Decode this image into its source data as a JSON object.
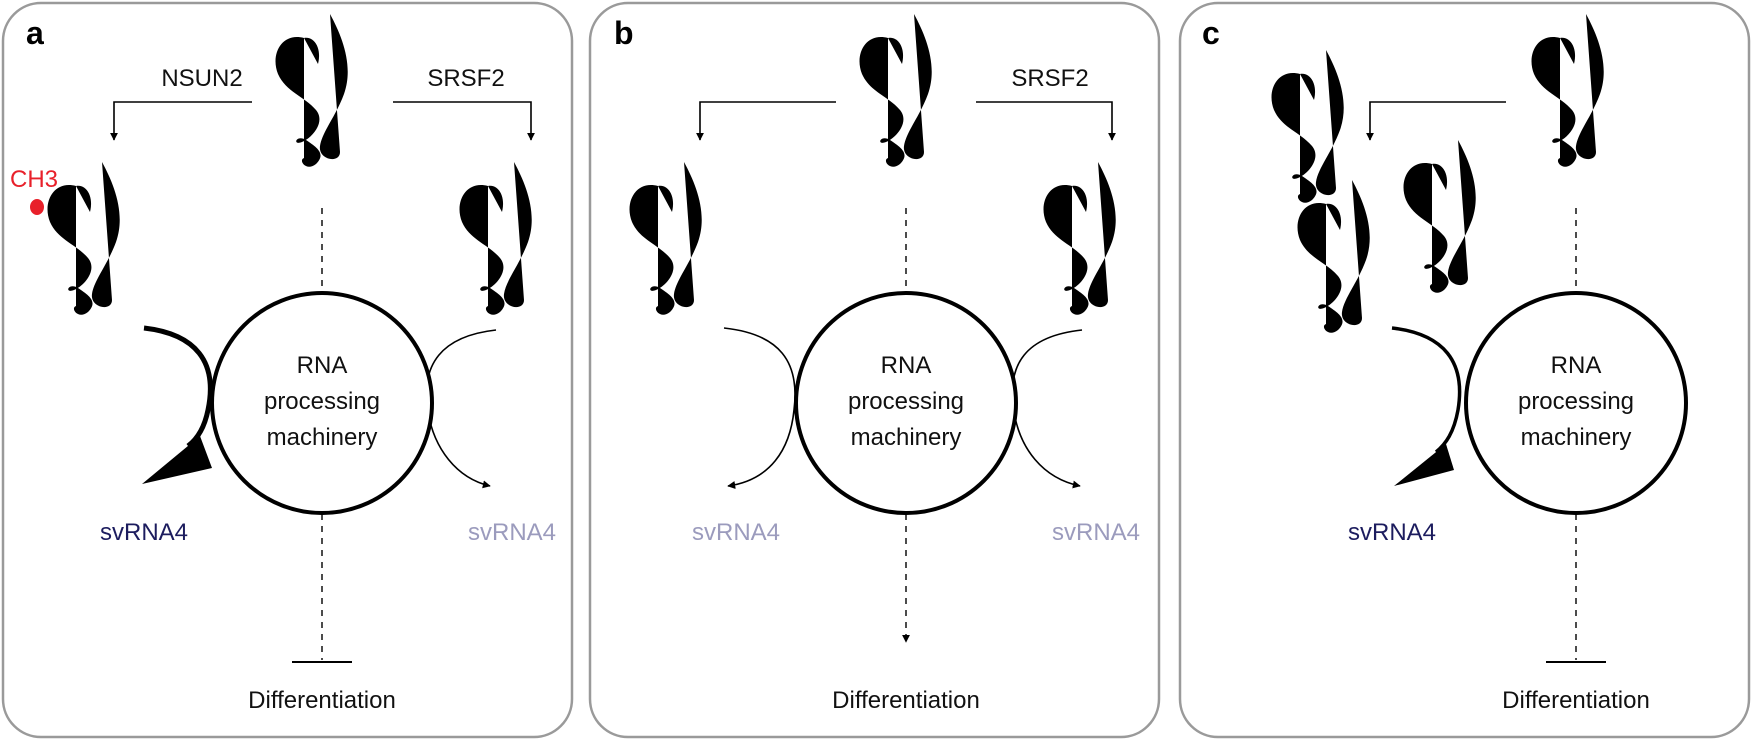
{
  "panels": [
    {
      "letter": "a",
      "left_enzyme": "NSUN2",
      "right_enzyme": "SRSF2",
      "methyl_label": "CH3",
      "circle_lines": [
        "RNA",
        "processing",
        "machinery"
      ],
      "left_product": "svRNA4",
      "left_product_level": "high",
      "right_product": "svRNA4",
      "right_product_level": "low",
      "bottom_label": "Differentiation",
      "differentiation_effect": "inhibited"
    },
    {
      "letter": "b",
      "left_enzyme": "",
      "right_enzyme": "SRSF2",
      "circle_lines": [
        "RNA",
        "processing",
        "machinery"
      ],
      "left_product": "svRNA4",
      "left_product_level": "low",
      "right_product": "svRNA4",
      "right_product_level": "low",
      "bottom_label": "Differentiation",
      "differentiation_effect": "promoted"
    },
    {
      "letter": "c",
      "left_enzyme": "",
      "circle_lines": [
        "RNA",
        "processing",
        "machinery"
      ],
      "left_product": "svRNA4",
      "left_product_level": "high",
      "bottom_label": "Differentiation",
      "differentiation_effect": "inhibited"
    }
  ],
  "colors": {
    "rna": "#262673",
    "svrna_high": "#1c1c5e",
    "svrna_low": "#9b9bbd",
    "methyl": "#e8202a",
    "panel_border": "#9a9a9a"
  }
}
